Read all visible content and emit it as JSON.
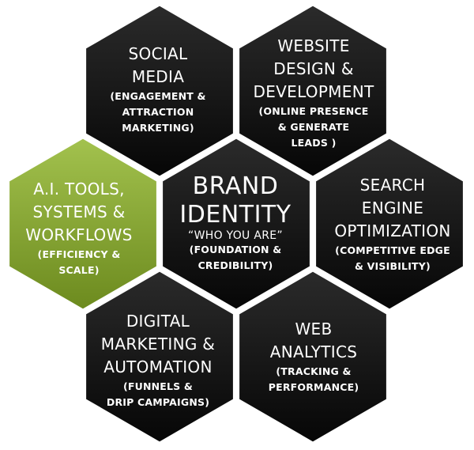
{
  "colors": {
    "dark_top": "#2a2a2a",
    "dark_bottom": "#050505",
    "green_top": "#9fbe4a",
    "green_bottom": "#6e8d20",
    "stroke": "#ffffff"
  },
  "hexes": [
    {
      "id": "social-media",
      "color": "dark",
      "title": [
        "SOCIAL",
        "MEDIA"
      ],
      "sub": [
        "(ENGAGEMENT &",
        "ATTRACTION",
        "MARKETING)"
      ]
    },
    {
      "id": "website",
      "color": "dark",
      "title": [
        "WEBSITE",
        "DESIGN &",
        "DEVELOPMENT"
      ],
      "sub": [
        "(ONLINE PRESENCE",
        "& GENERATE",
        "LEADS )"
      ]
    },
    {
      "id": "ai-tools",
      "color": "green",
      "title": [
        "A.I. TOOLS,",
        "SYSTEMS &",
        "WORKFLOWS"
      ],
      "sub": [
        "(EFFICIENCY &",
        "SCALE)"
      ]
    },
    {
      "id": "brand-identity",
      "color": "dark",
      "title": [
        "BRAND",
        "IDENTITY"
      ],
      "quote": "“WHO YOU ARE”",
      "sub": [
        "(FOUNDATION &",
        "CREDIBILITY)"
      ]
    },
    {
      "id": "seo",
      "color": "dark",
      "title": [
        "SEARCH",
        "ENGINE",
        "OPTIMIZATION"
      ],
      "sub": [
        "(COMPETITIVE EDGE",
        "& VISIBILITY)"
      ]
    },
    {
      "id": "digital-marketing",
      "color": "dark",
      "title": [
        "DIGITAL",
        "MARKETING &",
        "AUTOMATION"
      ],
      "sub": [
        "(FUNNELS &",
        "DRIP CAMPAIGNS)"
      ]
    },
    {
      "id": "web-analytics",
      "color": "dark",
      "title": [
        "WEB",
        "ANALYTICS"
      ],
      "sub": [
        "(TRACKING &",
        "PERFORMANCE)"
      ]
    }
  ]
}
